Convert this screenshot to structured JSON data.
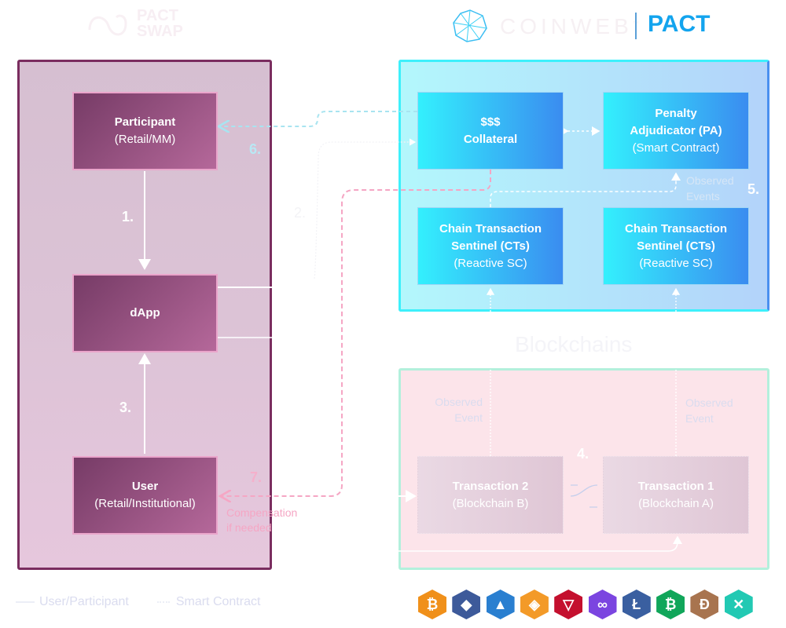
{
  "header": {
    "left_logo": "PACT SWAP",
    "right_logo_brand": "COINWEB",
    "right_logo_tm": "™",
    "right_logo_product": "PACT"
  },
  "left_panel": {
    "participant": {
      "title": "Participant",
      "subtitle": "(Retail/MM)"
    },
    "dapp": {
      "title": "dApp"
    },
    "user": {
      "title": "User",
      "subtitle": "(Retail/Institutional)"
    }
  },
  "top_panel": {
    "collateral": {
      "title_line1": "$$$",
      "title_line2": "Collateral"
    },
    "penalty": {
      "title_line1": "Penalty",
      "title_line2": "Adjudicator (PA)",
      "subtitle": "(Smart Contract)"
    },
    "cts_left": {
      "title_line1": "Chain Transaction",
      "title_line2": "Sentinel (CTs)",
      "subtitle": "(Reactive SC)"
    },
    "cts_right": {
      "title_line1": "Chain Transaction",
      "title_line2": "Sentinel (CTs)",
      "subtitle": "(Reactive SC)"
    },
    "observed_events": {
      "line1": "Observed",
      "line2": "Events"
    }
  },
  "blockchains_panel": {
    "title": "Blockchains",
    "tx2": {
      "title": "Transaction 2",
      "subtitle": "(Blockchain B)"
    },
    "tx1": {
      "title": "Transaction 1",
      "subtitle": "(Blockchain A)"
    },
    "observed_left": {
      "line1": "Observed",
      "line2": "Event"
    },
    "observed_right": {
      "line1": "Observed",
      "line2": "Event"
    }
  },
  "steps": {
    "s1": "1.",
    "s2": "2.",
    "s3": "3.",
    "s4": "4.",
    "s5": "5.",
    "s6": "6.",
    "s7": "7."
  },
  "compensation": {
    "line1": "Compensation",
    "line2": "if needed"
  },
  "legend": {
    "user_participant": "User/Participant",
    "smart_contract": "Smart Contract"
  },
  "coins": [
    {
      "name": "bitcoin",
      "glyph": "₿",
      "color": "#f0901a"
    },
    {
      "name": "ethereum",
      "glyph": "◆",
      "color": "#3d5a9a"
    },
    {
      "name": "arbitrum",
      "glyph": "▲",
      "color": "#2a7fd0"
    },
    {
      "name": "bnb",
      "glyph": "◈",
      "color": "#f39a28"
    },
    {
      "name": "tron",
      "glyph": "▽",
      "color": "#c4102e"
    },
    {
      "name": "polygon",
      "glyph": "∞",
      "color": "#7b45e0"
    },
    {
      "name": "litecoin",
      "glyph": "Ł",
      "color": "#3a5fa0"
    },
    {
      "name": "bitcoin-cash",
      "glyph": "₿",
      "color": "#11a65a"
    },
    {
      "name": "dogecoin",
      "glyph": "Đ",
      "color": "#a8744f"
    },
    {
      "name": "cross-chain",
      "glyph": "✕",
      "color": "#22c9b3"
    }
  ],
  "colors": {
    "left_border": "#7a2d5f",
    "cyan": "#3ef0fb",
    "blue": "#3a8cf0",
    "pink_dash": "#f5a6c4",
    "mint": "#b3f0dc"
  }
}
